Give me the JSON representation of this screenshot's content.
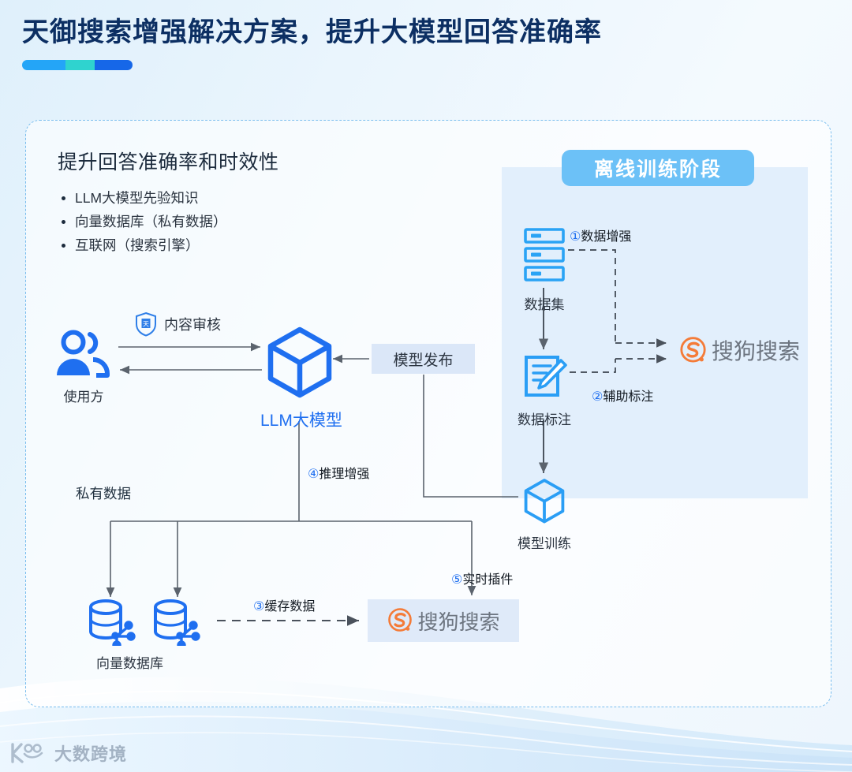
{
  "header": {
    "title": "天御搜索增强解决方案，提升大模型回答准确率",
    "accent_colors": [
      "#24a5f7",
      "#2fd3cf",
      "#1667e8"
    ]
  },
  "lead": {
    "title": "提升回答准确率和时效性",
    "bullets": [
      "LLM大模型先验知识",
      "向量数据库（私有数据）",
      "互联网（搜索引擎）"
    ]
  },
  "offline": {
    "badge": "离线训练阶段",
    "panel_color": "#e2effc",
    "badge_color": "#6cc1f7",
    "nodes": [
      {
        "id": "dataset",
        "label": "数据集",
        "icon": "server-stack-icon"
      },
      {
        "id": "data-annotation",
        "label": "数据标注",
        "icon": "document-pencil-icon"
      },
      {
        "id": "model-training",
        "label": "模型训练",
        "icon": "cube-icon"
      }
    ]
  },
  "online": {
    "user_node": {
      "label": "使用方",
      "icon": "users-icon"
    },
    "llm_node": {
      "label": "LLM大模型",
      "icon": "cube-icon",
      "color": "#1f6ff0"
    },
    "review": {
      "label": "内容审核",
      "icon": "shield-audit-icon",
      "shield_text": "天御"
    },
    "publish_box": "模型发布",
    "private_data_label": "私有数据",
    "vector_db": {
      "label": "向量数据库",
      "icon": "database-network-icon",
      "count": 2
    }
  },
  "steps": [
    {
      "num": "①",
      "text": "数据增强"
    },
    {
      "num": "②",
      "text": "辅助标注"
    },
    {
      "num": "③",
      "text": "缓存数据"
    },
    {
      "num": "④",
      "text": "推理增强"
    },
    {
      "num": "⑤",
      "text": "实时插件"
    }
  ],
  "sogou": {
    "name": "搜狗搜索",
    "mark": "S",
    "brand_color": "#f47b38",
    "text_color": "#6d7580"
  },
  "watermark": {
    "text": "大数跨境",
    "logo": "k100-logo"
  }
}
